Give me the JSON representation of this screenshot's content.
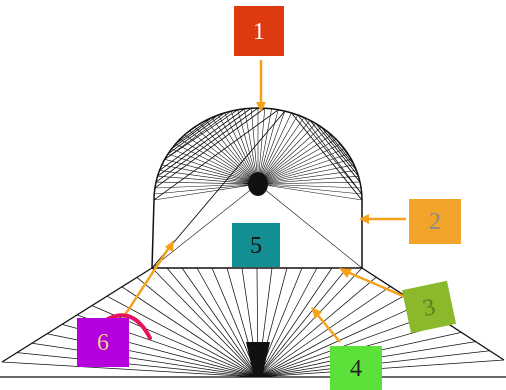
{
  "labels": [
    {
      "key": "1",
      "text": "1",
      "fill": "#dd3a10",
      "text_color": "#ffffff"
    },
    {
      "key": "2",
      "text": "2",
      "fill": "#f2a32a",
      "text_color": "#8a8a8a"
    },
    {
      "key": "3",
      "text": "3",
      "fill": "#8bb92b",
      "text_color": "#5a7d1d"
    },
    {
      "key": "4",
      "text": "4",
      "fill": "#5ce13a",
      "text_color": "#222222"
    },
    {
      "key": "5",
      "text": "5",
      "fill": "#138f93",
      "text_color": "#101010"
    },
    {
      "key": "6",
      "text": "6",
      "fill": "#b300dd",
      "text_color": "#f3d08a"
    }
  ],
  "colors": {
    "line": "#111111",
    "arrow": "#f5a11a",
    "arc": "#e0145c",
    "background": "#ffffff"
  }
}
